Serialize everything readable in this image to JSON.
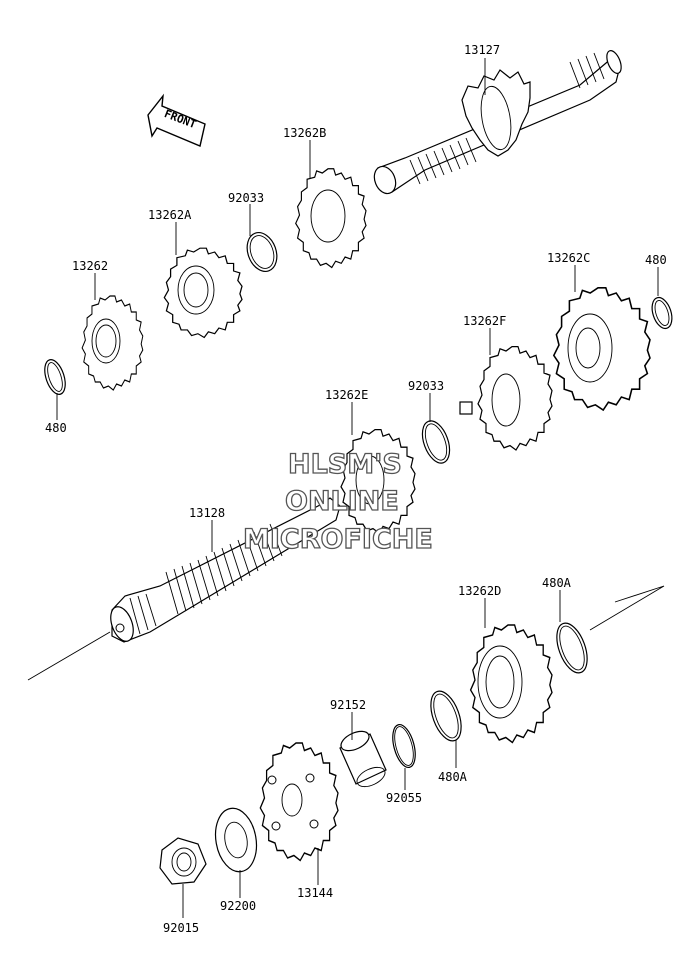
{
  "front_arrow": {
    "label": "FRONT"
  },
  "parts": {
    "p13127": "13127",
    "p13262B": "13262B",
    "p92033_top": "92033",
    "p13262A": "13262A",
    "p13262": "13262",
    "p480_left": "480",
    "p13262C": "13262C",
    "p480_right": "480",
    "p13262F": "13262F",
    "p92033_mid": "92033",
    "p13262E": "13262E",
    "p13128": "13128",
    "p13262D": "13262D",
    "p480A_top": "480A",
    "p92152": "92152",
    "p92055": "92055",
    "p480A_bottom": "480A",
    "p13144": "13144",
    "p92200": "92200",
    "p92015": "92015"
  },
  "watermark": {
    "line1": "HLSM'S",
    "line2": "ONLINE",
    "line3": "MICROFICHE"
  }
}
